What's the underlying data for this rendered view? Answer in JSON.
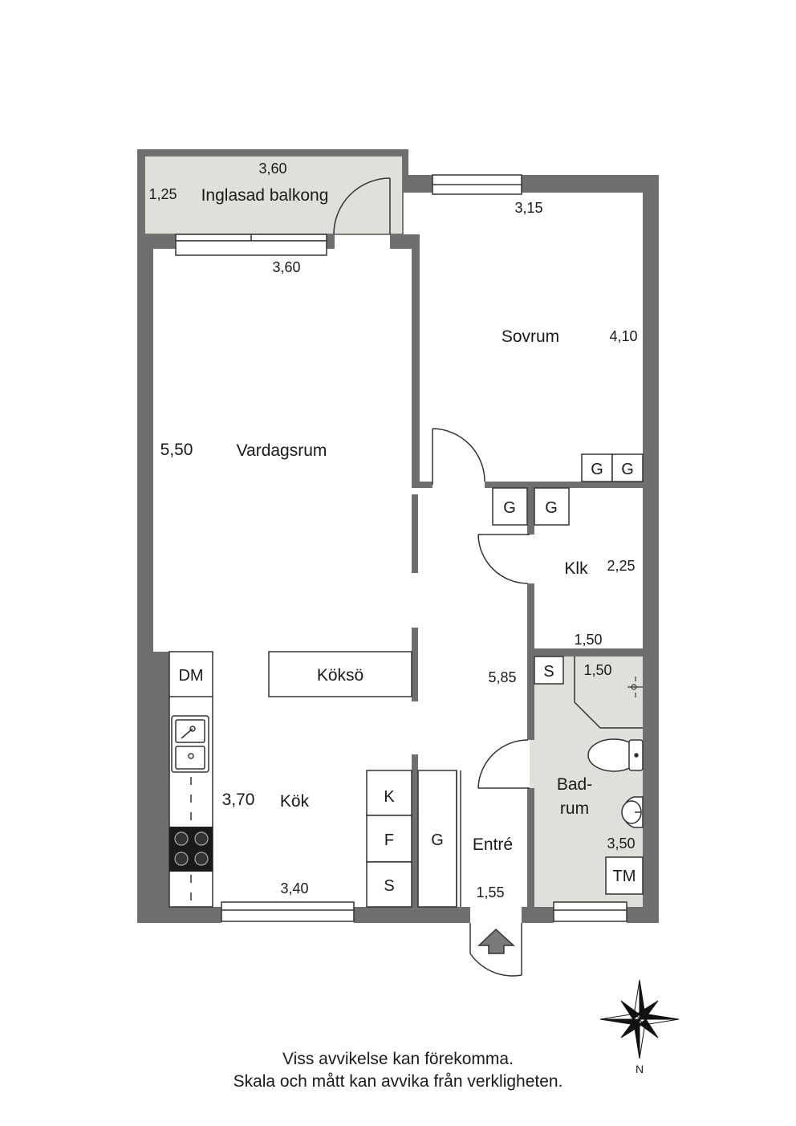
{
  "rooms": {
    "balcony": "Inglasad balkong",
    "bedroom": "Sovrum",
    "living": "Vardagsrum",
    "closet": "Klk",
    "island": "Köksö",
    "kitchen": "Kök",
    "hall": "Entré",
    "bath_line1": "Bad-",
    "bath_line2": "rum"
  },
  "dimensions": {
    "balcony_width_top": "3,60",
    "balcony_depth": "1,25",
    "living_width": "3,60",
    "bedroom_width": "3,15",
    "bedroom_depth": "4,10",
    "living_depth": "5,50",
    "closet_depth": "2,25",
    "closet_width": "1,50",
    "bath_width": "1,50",
    "hall_depth": "5,85",
    "kitchen_depth": "3,70",
    "kitchen_width": "3,40",
    "bath_depth": "3,50",
    "hall_width": "1,55"
  },
  "appliances": {
    "wardrobe": "G",
    "dishwasher": "DM",
    "cabinet": "S",
    "fridge": "K",
    "freezer": "F",
    "dryer": "TM"
  },
  "compass": {
    "north": "N"
  },
  "disclaimer": {
    "line1": "Viss avvikelse kan förekomma.",
    "line2": "Skala och mått kan avvika från verkligheten."
  }
}
